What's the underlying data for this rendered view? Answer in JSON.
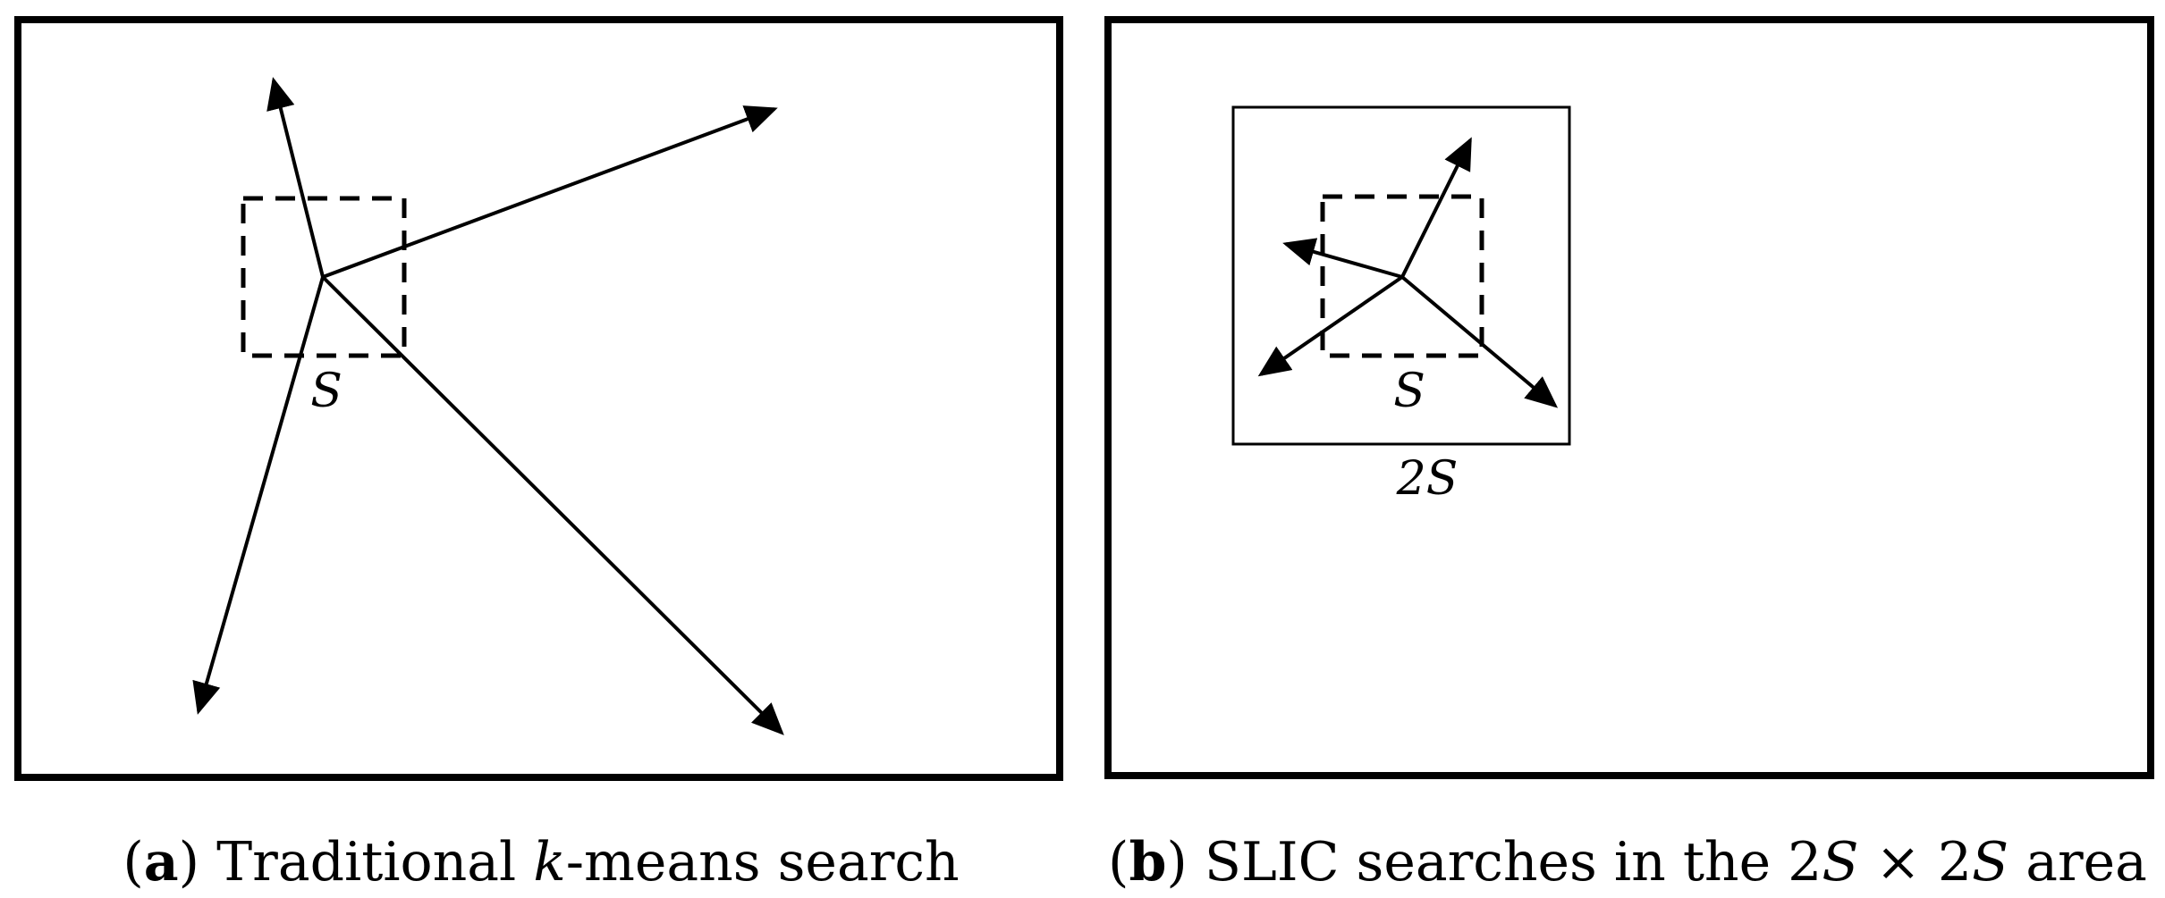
{
  "panel_a": {
    "side_label": "S",
    "caption": {
      "paren_open": "(",
      "letter": "a",
      "paren_close": ")",
      "text_before": " Traditional ",
      "text_italic": "k",
      "text_after": "-means search"
    }
  },
  "panel_b": {
    "side_label": "S",
    "outer_label": "2S",
    "caption": {
      "paren_open": "(",
      "letter": "b",
      "paren_close": ")",
      "text_before": " SLIC searches in the 2",
      "s1": "S",
      "times": " × 2",
      "s2": "S",
      "text_after": " area"
    }
  },
  "colors": {
    "stroke": "#000000",
    "background": "#ffffff"
  }
}
